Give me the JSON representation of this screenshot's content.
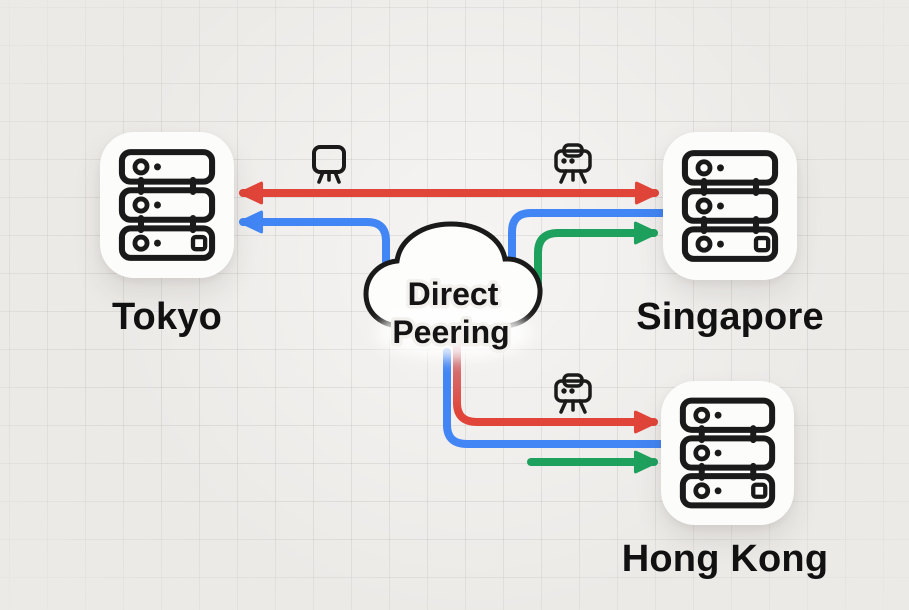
{
  "title": "Direct peering network diagram",
  "colors": {
    "red": "#e14539",
    "red_faded": "#c98f9b",
    "blue": "#4285f4",
    "green": "#1fa15e",
    "outline": "#1a1a1a",
    "card": "#fcfcfb",
    "background": "#eceae7"
  },
  "cloud": {
    "line1": "Direct",
    "line2": "Peering"
  },
  "nodes": {
    "tokyo": {
      "label": "Tokyo"
    },
    "singapore": {
      "label": "Singapore"
    },
    "hongkong": {
      "label": "Hong Kong"
    }
  },
  "icons": {
    "tokyo_singapore_link": "presentation-screen-icon",
    "singapore_link": "router-icon",
    "hongkong_link": "router-icon",
    "nodes": "server-rack-icon",
    "hub": "cloud-shape"
  },
  "edges": [
    {
      "from": "Tokyo",
      "to": "Singapore",
      "color": "red",
      "bidirectional": true
    },
    {
      "from": "Singapore",
      "to": "Tokyo",
      "color": "blue",
      "via": "Direct Peering"
    },
    {
      "from": "Direct Peering",
      "to": "Singapore",
      "color": "green"
    },
    {
      "from": "Direct Peering",
      "to": "Hong Kong",
      "color": "red"
    },
    {
      "from": "Direct Peering",
      "to": "Hong Kong",
      "color": "blue"
    },
    {
      "from": "Direct Peering",
      "to": "Hong Kong",
      "color": "green"
    }
  ]
}
